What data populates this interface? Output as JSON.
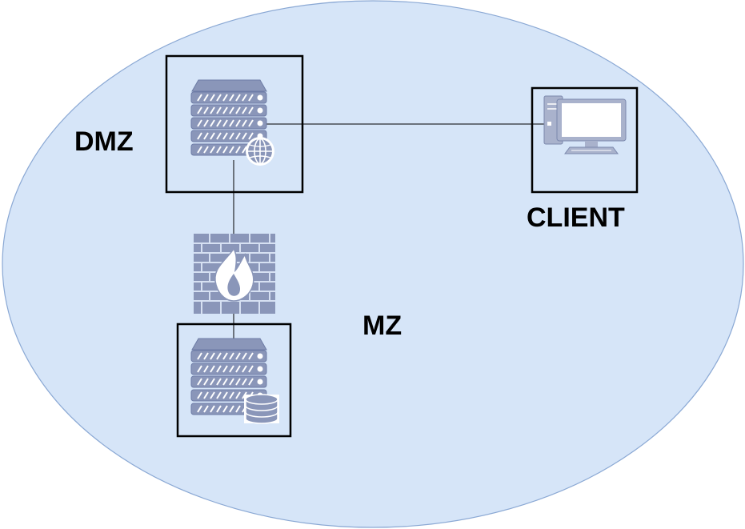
{
  "labels": {
    "dmz": "DMZ",
    "client": "CLIENT",
    "mz": "MZ"
  },
  "colors": {
    "zone_fill": "#d6e5f8",
    "zone_stroke": "#8aa8d4",
    "device_fill": "#8a96b9",
    "device_stroke": "#6d7ca6",
    "device_light": "#e6eaf4",
    "box_stroke": "#000000",
    "link_stroke": "#000000"
  },
  "icons": {
    "web_server": "web-server-icon",
    "firewall": "firewall-icon",
    "database_server": "database-server-icon",
    "client": "desktop-computer-icon"
  }
}
